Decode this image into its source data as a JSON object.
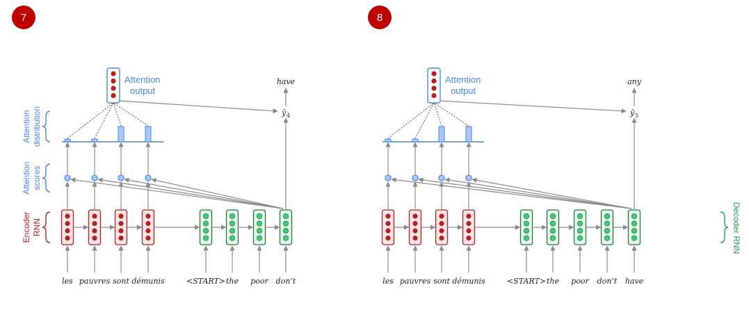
{
  "panels": [
    {
      "step": "7",
      "encoder_words": [
        "les",
        "pauvres",
        "sont",
        "démunis"
      ],
      "decoder_words": [
        "<START>",
        "the",
        "poor",
        "don’t"
      ],
      "output_word": "have",
      "yhat_symbol": "ŷ",
      "yhat_subscript": "4",
      "attention_output_line1": "Attention",
      "attention_output_line2": "output",
      "attention_distribution": [
        0.1,
        0.1,
        0.55,
        0.55
      ],
      "side_labels": {
        "distribution_line1": "Attention",
        "distribution_line2": "distribution",
        "scores_line1": "Attention",
        "scores_line2": "scores",
        "encoder_line1": "Encoder",
        "encoder_line2": "RNN"
      }
    },
    {
      "step": "8",
      "encoder_words": [
        "les",
        "pauvres",
        "sont",
        "démunis"
      ],
      "decoder_words": [
        "<START>",
        "the",
        "poor",
        "don’t",
        "have"
      ],
      "output_word": "any",
      "yhat_symbol": "ŷ",
      "yhat_subscript": "5",
      "attention_output_line1": "Attention",
      "attention_output_line2": "output",
      "attention_distribution": [
        0.1,
        0.1,
        0.55,
        0.55
      ]
    }
  ],
  "decoder_label": "Decoder RNN",
  "colors": {
    "badge": "#c00000",
    "encoder": "#b22222",
    "encoder_fill": "#f7e4e4",
    "decoder": "#1e7d3a",
    "decoder_fill": "#e6f4ea",
    "decoder_dot": "#3ecf7a",
    "attention": "#4a86e8",
    "attention_fill": "#a9c8f5",
    "arrow": "#8a8a8a"
  }
}
